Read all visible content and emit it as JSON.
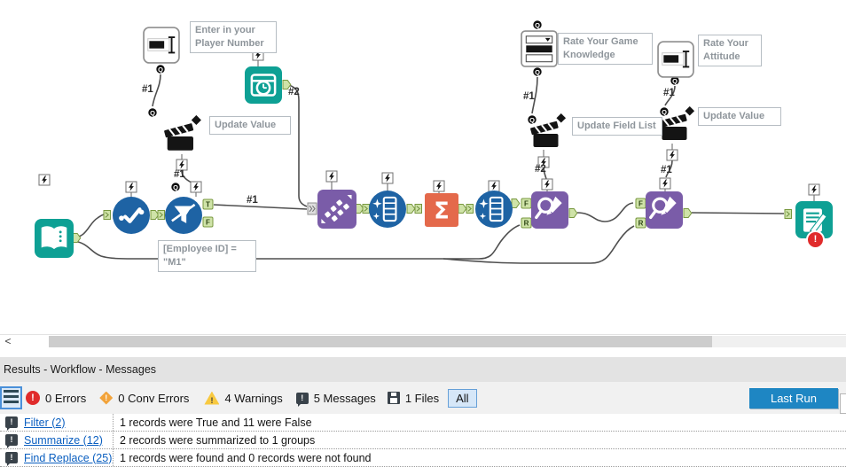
{
  "colors": {
    "teal": "#0EA094",
    "blue": "#1E63A4",
    "purple": "#7A5CA8",
    "orange": "#E4694B",
    "anchor_green": "#CFE3A8",
    "anchor_border": "#78983F",
    "wire": "#4F4F4F",
    "annotation_border": "#B6BDC3",
    "annotation_text": "#8E959B",
    "link_blue": "#0B5FC0",
    "last_run_blue": "#1E86C3",
    "error_red": "#E02B2B",
    "conv_orange": "#F2A33A",
    "warn_yellow": "#F8C940",
    "dark_icon": "#39424A",
    "panel_header_bg": "#E3E3E3",
    "toolbar_bg": "#F1F1F1",
    "thumb": "#CDCDCD",
    "all_bg": "#D6E7F8",
    "all_border": "#66A0D8"
  },
  "icons": {
    "exclaim": "!",
    "scroll_left": "<",
    "sigma": "Σ"
  },
  "canvas": {
    "anchors": {
      "q": "Q",
      "t": "T",
      "f": "F",
      "r": "R"
    },
    "labels": {
      "l1": "#1",
      "l2": "#1",
      "l3": "#1",
      "l4": "#2",
      "l5": "#1",
      "l6": "#2",
      "l7": "#1",
      "l8": "#1"
    },
    "annotations": {
      "player_number": "Enter in your Player Number",
      "update_value_1": "Update Value",
      "filter_expr_1": "[Employee ID] =",
      "filter_expr_2": "\"M1\"",
      "rate_game": "Rate Your Game Knowledge",
      "update_field_list": "Update Field List",
      "rate_attitude": "Rate Your Attitude",
      "update_value_2": "Update Value"
    }
  },
  "results": {
    "title": "Results - Workflow - Messages",
    "toolbar": {
      "errors": "0 Errors",
      "conv_errors": "0 Conv Errors",
      "warnings": "4 Warnings",
      "messages": "5 Messages",
      "files": "1 Files",
      "all": "All",
      "last_run": "Last Run"
    },
    "rows": [
      {
        "source": "Filter (2)",
        "message": "1 records were True and 11 were False"
      },
      {
        "source": "Summarize (12)",
        "message": "2 records were summarized to 1 groups"
      },
      {
        "source": "Find Replace (25)",
        "message": "1 records were found and 0 records were not found"
      }
    ]
  }
}
